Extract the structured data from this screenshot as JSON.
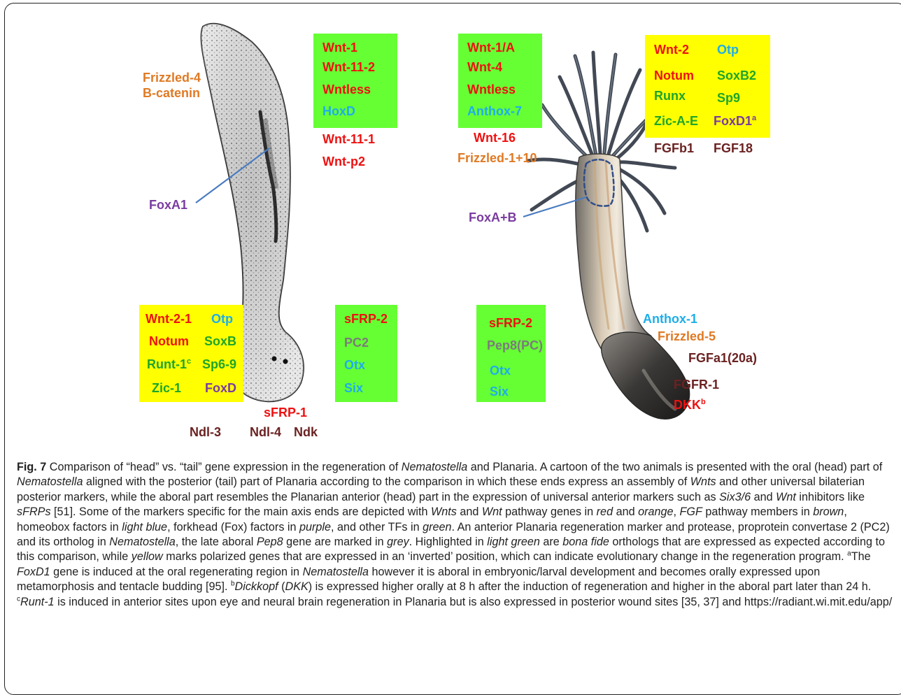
{
  "figure": {
    "planaria": {
      "top_left": [
        "Frizzled-4",
        "B-catenin"
      ],
      "pointer": "FoxA1",
      "top_box": [
        "Wnt-1",
        "Wnt-11-2",
        "Wntless",
        "HoxD"
      ],
      "top_extra": [
        "Wnt-11-1",
        "Wnt-p2"
      ],
      "yellow_box": {
        "left": [
          "Wnt-2-1",
          "Notum",
          "Runt-1",
          "Zic-1"
        ],
        "runt_sup": "c",
        "right": [
          "Otp",
          "SoxB",
          "Sp6-9",
          "FoxD"
        ]
      },
      "green_box": [
        "sFRP-2",
        "PC2",
        "Otx",
        "Six"
      ],
      "bottom": [
        "sFRP-1",
        "Ndl-3",
        "Ndl-4",
        "Ndk"
      ]
    },
    "nematostella": {
      "top_box": [
        "Wnt-1/A",
        "Wnt-4",
        "Wntless",
        "Anthox-7"
      ],
      "top_extra": [
        "Wnt-16",
        "Frizzled-1+10"
      ],
      "pointer": "FoxA+B",
      "yellow_box": {
        "left": [
          "Wnt-2",
          "Notum",
          "Runx",
          "Zic-A-E"
        ],
        "right": [
          "Otp",
          "SoxB2",
          "Sp9",
          "FoxD1"
        ],
        "foxd1_sup": "a"
      },
      "fgf": [
        "FGFb1",
        "FGF18"
      ],
      "green_box": [
        "sFRP-2",
        "Pep8(PC)",
        "Otx",
        "Six"
      ],
      "bottom_right": [
        "Anthox-1",
        "Frizzled-5",
        "FGFa1(20a)",
        "FGFR-1",
        "DKK"
      ],
      "dkk_sup": "b"
    }
  },
  "colors": {
    "wnt_red": "#ee1111",
    "wnt_orange": "#e07a24",
    "fgf_brown": "#6b2222",
    "homeobox_lightblue": "#1eaee8",
    "fox_purple": "#7a3ca0",
    "other_green": "#1ea52b",
    "pc_grey": "#7b7b7b",
    "box_green": "#66ff33",
    "box_yellow": "#ffff00"
  },
  "caption": {
    "fig_label": "Fig. 7",
    "text": [
      " Comparison of “head” vs. “tail” gene expression in the regeneration of ",
      "Nematostella",
      " and Planaria. A cartoon of the two animals is presented with the oral (head) part of ",
      "Nematostella",
      " aligned with the posterior (tail) part of Planaria according to the comparison in which these ends express an assembly of ",
      "Wnts",
      " and other universal bilaterian posterior markers, while the aboral part resembles the Planarian anterior (head) part in the expression of universal anterior markers such as ",
      "Six3/6",
      " and ",
      "Wnt",
      " inhibitors like ",
      "sFRPs",
      " [51]. Some of the markers specific for the main axis ends are depicted with ",
      "Wnts",
      " and ",
      "Wnt",
      " pathway genes in ",
      "red",
      " and ",
      "orange",
      ", ",
      "FGF",
      " pathway members in ",
      "brown",
      ", homeobox factors in ",
      "light blue",
      ", forkhead (Fox) factors in ",
      "purple",
      ", and other TFs in ",
      "green",
      ". An anterior Planaria regeneration marker and protease, proprotein convertase 2 (PC2) and its ortholog in ",
      "Nematostella",
      ", the late aboral ",
      "Pep8",
      " gene are marked in ",
      "grey",
      ". Highlighted in ",
      "light green",
      " are ",
      "bona fide",
      " orthologs that are expressed as expected according to this comparison, while ",
      "yellow",
      " marks polarized genes that are expressed in an ‘inverted’ position, which can indicate evolutionary change in the regeneration program. ",
      "a",
      "The ",
      "FoxD1",
      " gene is induced at the oral regenerating region in ",
      "Nematostella",
      " however it is aboral in embryonic/larval development and becomes orally expressed upon metamorphosis and tentacle budding [95]. ",
      "b",
      "Dickkopf",
      " (",
      "DKK",
      ") is expressed higher orally at 8 h after the induction of regeneration and higher in the aboral part later than 24 h. ",
      "c",
      "Runt-1",
      " is induced in anterior sites upon eye and neural brain regeneration in Planaria but is also expressed in posterior wound sites [35, 37] and https://radiant.wi.mit.edu/app/"
    ]
  }
}
